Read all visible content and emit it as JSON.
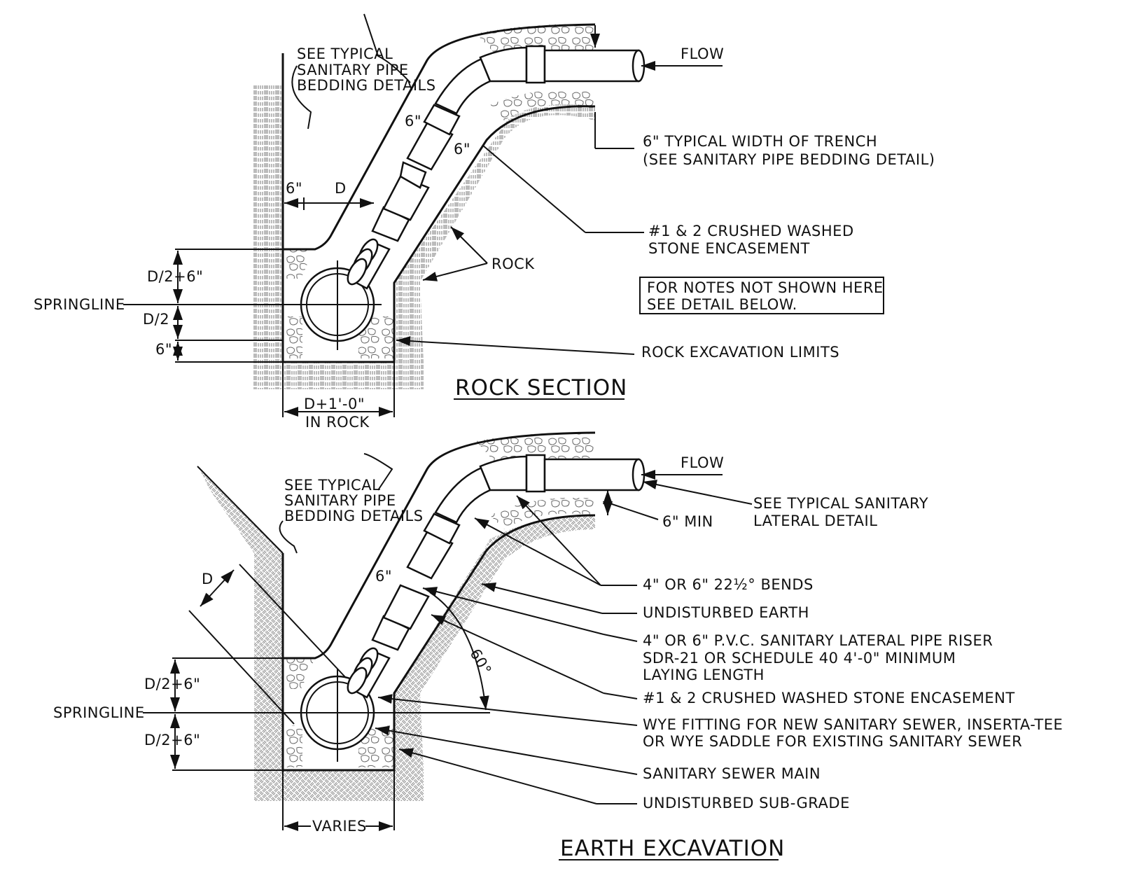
{
  "rock_section": {
    "title": "ROCK SECTION",
    "note_bedding": [
      "SEE TYPICAL",
      "SANITARY PIPE",
      "BEDDING DETAILS"
    ],
    "flow": "FLOW",
    "dim_6_top": "6\"",
    "dim_6_right": "6\"",
    "dim_6_left": "6\"",
    "dim_d": "D",
    "dim_d2_6": "D/2+6\"",
    "springline": "SPRINGLINE",
    "dim_d2": "D/2",
    "dim_6_bottom": "6\"",
    "dim_width": [
      "D+1'-0\"",
      "IN ROCK"
    ],
    "callout_trench": [
      "6\" TYPICAL WIDTH OF TRENCH",
      "(SEE SANITARY PIPE BEDDING DETAIL)"
    ],
    "callout_stone": [
      "#1 & 2 CRUSHED WASHED",
      "STONE ENCASEMENT"
    ],
    "callout_rock": "ROCK",
    "notes_box": [
      "FOR NOTES NOT SHOWN HERE",
      "SEE DETAIL BELOW."
    ],
    "callout_limits": "ROCK EXCAVATION LIMITS"
  },
  "earth_section": {
    "title": "EARTH EXCAVATION",
    "note_bedding": [
      "SEE TYPICAL",
      "SANITARY PIPE",
      "BEDDING DETAILS"
    ],
    "flow": "FLOW",
    "dim_d": "D",
    "dim_6": "6\"",
    "dim_angle": "60°",
    "dim_d2_6_top": "D/2+6\"",
    "springline": "SPRINGLINE",
    "dim_d2_6_bottom": "D/2+6\"",
    "dim_width": "VARIES",
    "callout_lateral": [
      "SEE TYPICAL SANITARY",
      "LATERAL DETAIL"
    ],
    "callout_min": "6\" MIN",
    "callout_bends": "4\" OR 6\" 22½° BENDS",
    "callout_earth": "UNDISTURBED EARTH",
    "callout_riser": [
      "4\" OR 6\" P.V.C. SANITARY LATERAL PIPE RISER",
      "SDR-21 OR SCHEDULE 40 4'-0\" MINIMUM",
      "LAYING LENGTH"
    ],
    "callout_stone": "#1 & 2 CRUSHED WASHED STONE ENCASEMENT",
    "callout_wye": [
      "WYE FITTING FOR NEW SANITARY SEWER, INSERTA-TEE",
      "OR WYE SADDLE FOR EXISTING SANITARY SEWER"
    ],
    "callout_main": "SANITARY SEWER MAIN",
    "callout_subgrade": "UNDISTURBED SUB-GRADE"
  }
}
